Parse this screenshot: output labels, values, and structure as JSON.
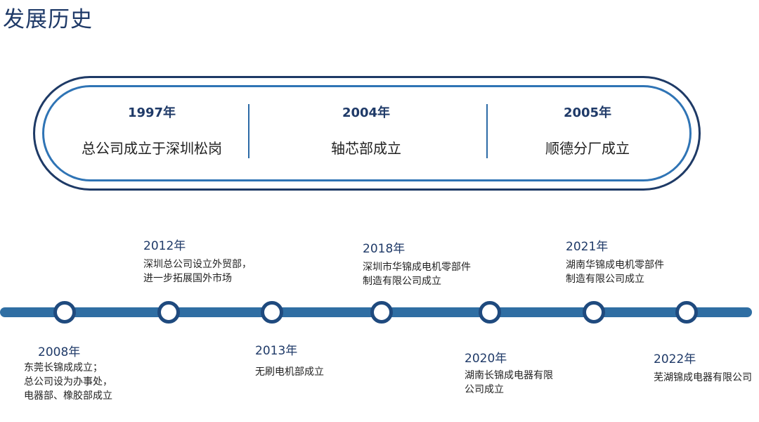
{
  "header": {
    "title": "发展历史"
  },
  "milestones": [
    {
      "year": "1997年",
      "text": "总公司成立于深圳松岗"
    },
    {
      "year": "2004年",
      "text": "轴芯部成立"
    },
    {
      "year": "2005年",
      "text": "顺德分厂成立"
    }
  ],
  "timeline": {
    "events": [
      {
        "year": "2008年",
        "lines": [
          "东莞长锦成成立；",
          "总公司设为办事处，",
          "电器部、橡胶部成立"
        ]
      },
      {
        "year": "2012年",
        "lines": [
          "深圳总公司设立外贸部，",
          "进一步拓展国外市场"
        ]
      },
      {
        "year": "2013年",
        "lines": [
          "无刷电机部成立"
        ]
      },
      {
        "year": "2018年",
        "lines": [
          "深圳市华锦成电机零部件",
          "制造有限公司成立"
        ]
      },
      {
        "year": "2020年",
        "lines": [
          "湖南长锦成电器有限",
          "公司成立"
        ]
      },
      {
        "year": "2021年",
        "lines": [
          "湖南华锦成电机零部件",
          "制造有限公司成立"
        ]
      },
      {
        "year": "2022年",
        "lines": [
          "芜湖锦成电器有限公司"
        ]
      }
    ]
  },
  "colors": {
    "primary_dark": "#1f3a68",
    "primary": "#2f74b5",
    "track": "#2f6ea3"
  }
}
